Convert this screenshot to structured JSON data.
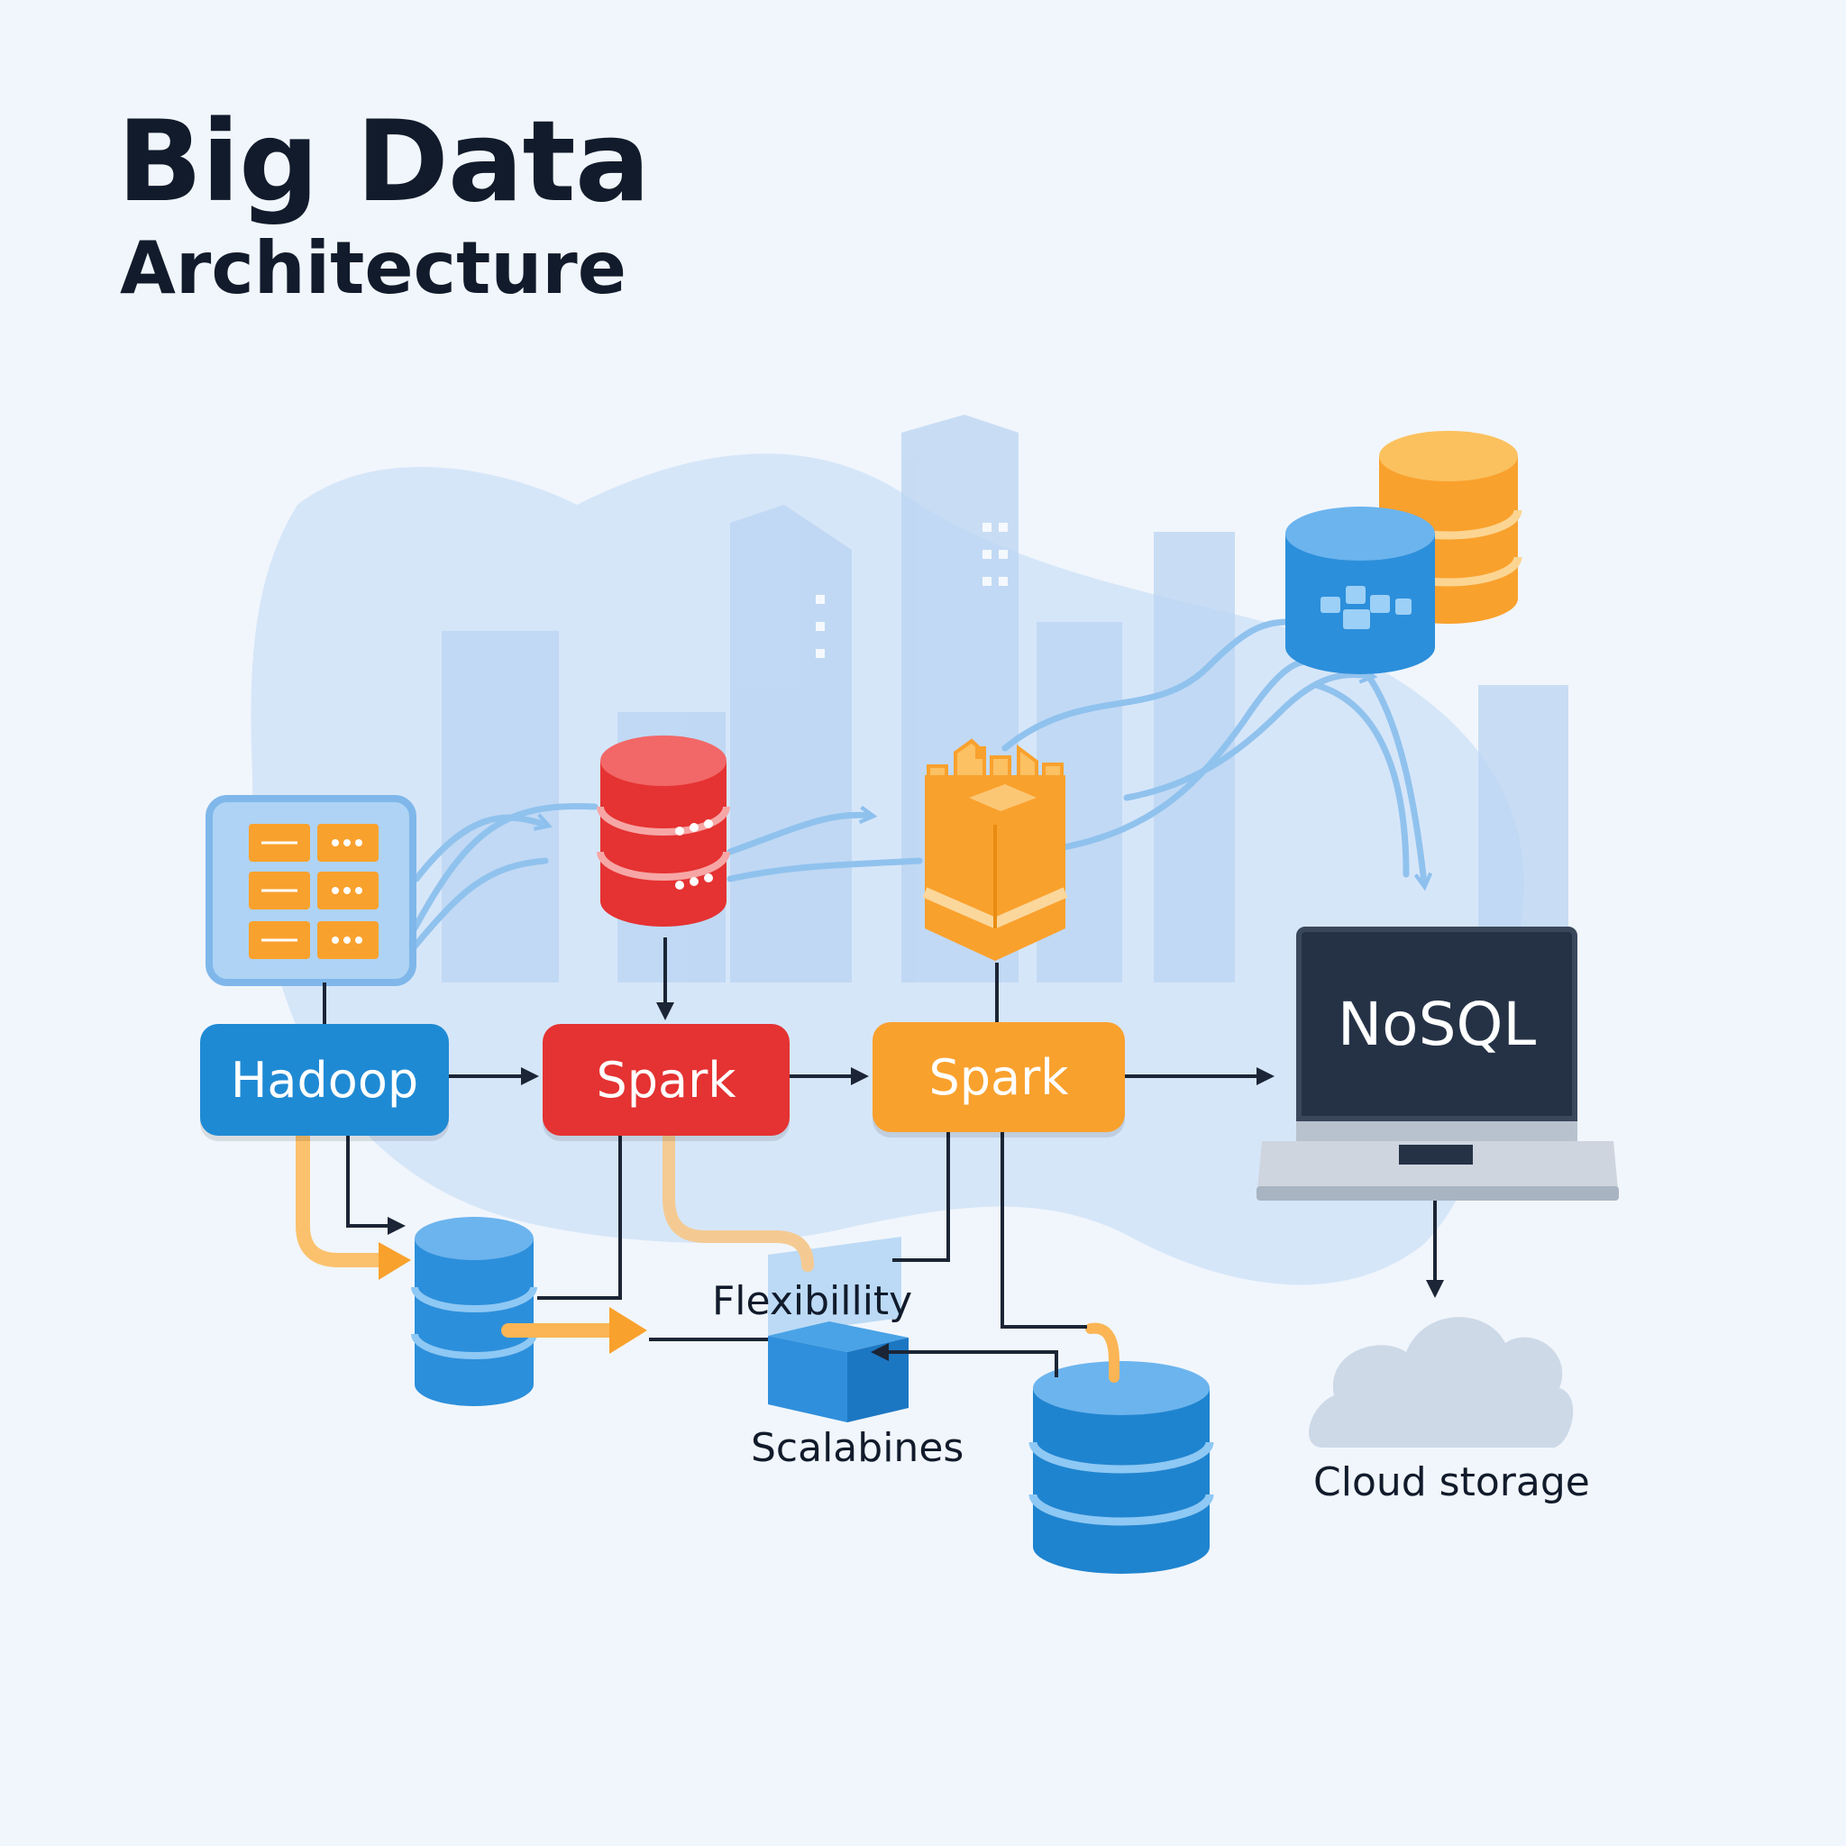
{
  "header": {
    "title": "Big Data",
    "subtitle": "Architecture"
  },
  "nodes": {
    "hadoop": "Hadoop",
    "spark_red": "Spark",
    "spark_orange": "Spark",
    "nosql": "NoSQL"
  },
  "labels": {
    "flexibility": "Flexibillity",
    "scalability": "Scalabines",
    "cloud": "Cloud storage"
  },
  "colors": {
    "hadoop": "#1f8ad4",
    "spark_red": "#e53232",
    "spark_orange": "#f9a12d",
    "nosql_screen": "#253246",
    "db_blue": "#1f8ad4",
    "db_orange": "#f9a12d",
    "flow_line": "#90c2ee"
  },
  "icons": [
    "server-rack-icon",
    "database-icon",
    "castle-icon",
    "laptop-icon",
    "cloud-icon",
    "cube-icon"
  ]
}
